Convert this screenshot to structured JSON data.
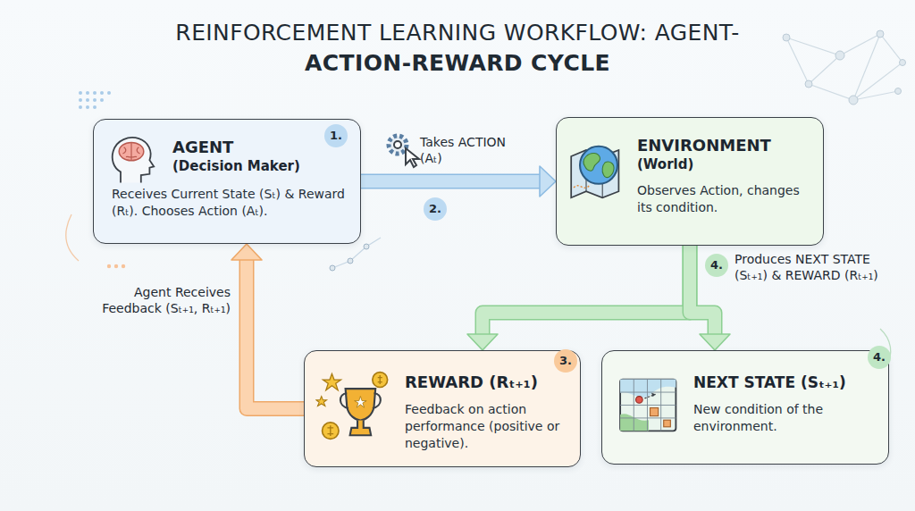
{
  "diagram": {
    "title": "REINFORCEMENT LEARNING WORKFLOW: AGENT-ACTION-REWARD CYCLE",
    "nodes": [
      {
        "text": [
          "AGENT",
          "(Decision Maker)",
          "Receives Current State (Sₜ) & Reward (Rₜ). Chooses Action (Aₜ)."
        ]
      },
      {
        "text": [
          "ENVIRONMENT",
          "(World)",
          "Observes Action, changes its condition."
        ]
      },
      {
        "text": [
          "REWARD (Rₜ₊₁)",
          "Feedback on action performance (positive or negative)."
        ]
      },
      {
        "text": [
          "NEXT STATE (Sₜ₊₁)",
          "New condition of the environment."
        ]
      }
    ],
    "edges": [
      {
        "from": 0,
        "to": 1,
        "arrow": "to",
        "label": "Takes ACTION (Aₜ)"
      },
      {
        "from": 1,
        "to": 2,
        "arrow": "to"
      },
      {
        "from": 1,
        "to": 3,
        "arrow": "to",
        "label": "Produces NEXT STATE (Sₜ₊₁) & REWARD (Rₜ₊₁)"
      },
      {
        "from": 2,
        "to": 0,
        "arrow": "to",
        "label": "Agent Receives Feedback (Sₜ₊₁, Rₜ₊₁)"
      }
    ],
    "labels": [
      "1.",
      "2.",
      "4.",
      "3.",
      "4."
    ]
  }
}
